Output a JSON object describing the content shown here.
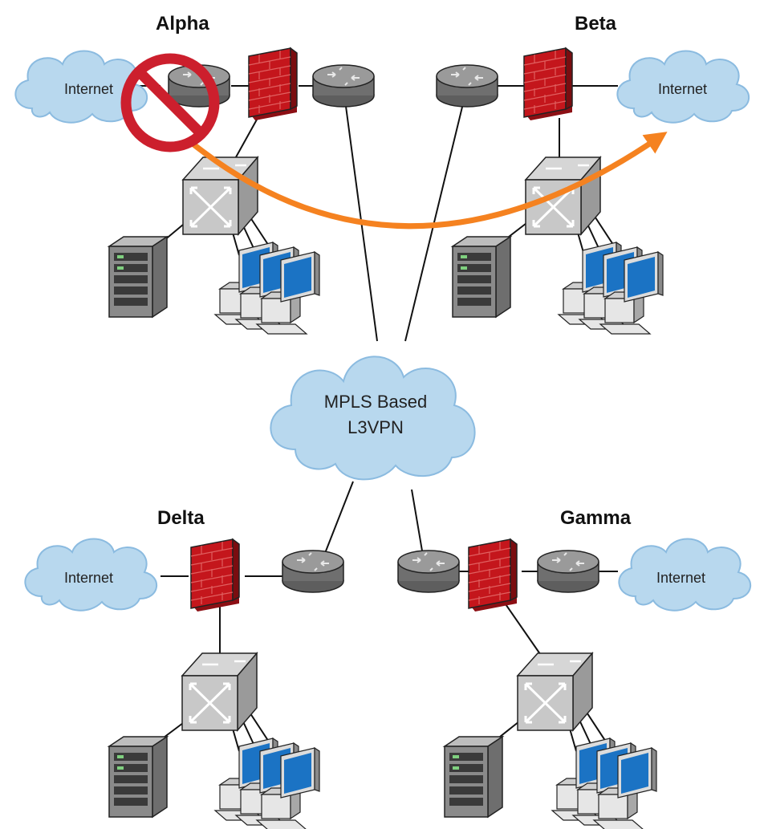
{
  "sites": {
    "alpha": {
      "title": "Alpha",
      "internet_label": "Internet"
    },
    "beta": {
      "title": "Beta",
      "internet_label": "Internet"
    },
    "delta": {
      "title": "Delta",
      "internet_label": "Internet"
    },
    "gamma": {
      "title": "Gamma",
      "internet_label": "Internet"
    }
  },
  "core": {
    "line1": "MPLS Based",
    "line2": "L3VPN"
  },
  "colors": {
    "cloud_fill": "#b8d8ee",
    "cloud_stroke": "#8bbbe0",
    "firewall": "#c4161c",
    "router": "#7d7d7d",
    "switch": "#bdbdbd",
    "monitor_screen": "#1b73c4",
    "arrow": "#f58220",
    "block_sign": "#cc1f2d"
  },
  "icons": [
    "cloud-icon",
    "router-icon",
    "firewall-icon",
    "switch-icon",
    "server-icon",
    "workstation-icon",
    "no-entry-icon",
    "arrow-icon"
  ]
}
